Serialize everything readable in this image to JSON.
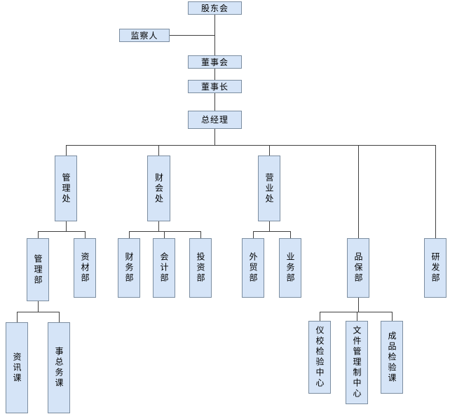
{
  "diagram_type": "org-chart",
  "nodes": {
    "shareholders_meeting": "股东会",
    "supervisor": "监察人",
    "board_of_directors": "董事会",
    "chairman": "董事长",
    "general_manager": "总经理",
    "management_office": "管理处",
    "finance_accounting_office": "财会处",
    "business_office": "营业处",
    "management_dept": "管理部",
    "materials_dept": "资材部",
    "finance_dept": "财务部",
    "accounting_dept": "会计部",
    "investment_dept": "投资部",
    "foreign_trade_dept": "外贸部",
    "sales_dept": "业务部",
    "quality_assurance_dept": "品保部",
    "rd_dept": "研发部",
    "information_section": "资讯课",
    "general_affairs_section": "事总务课",
    "instrument_calibration_center": "仪校检验中心",
    "document_control_center": "文件管理制中心",
    "finished_product_inspection_section": "成品检验课"
  },
  "hierarchy": {
    "股东会": [
      "监察人",
      "董事会"
    ],
    "董事会": [
      "董事长"
    ],
    "董事长": [
      "总经理"
    ],
    "总经理": [
      "管理处",
      "财会处",
      "营业处",
      "品保部",
      "研发部"
    ],
    "管理处": [
      "管理部",
      "资材部"
    ],
    "财会处": [
      "财务部",
      "会计部",
      "投资部"
    ],
    "营业处": [
      "外贸部",
      "业务部"
    ],
    "管理部": [
      "资讯课",
      "事总务课"
    ],
    "品保部": [
      "仪校检验中心",
      "文件管理制中心",
      "成品检验课"
    ]
  },
  "colors": {
    "box_fill": "#d5e4f7",
    "box_border": "#7b8da0",
    "connector": "#404040"
  }
}
